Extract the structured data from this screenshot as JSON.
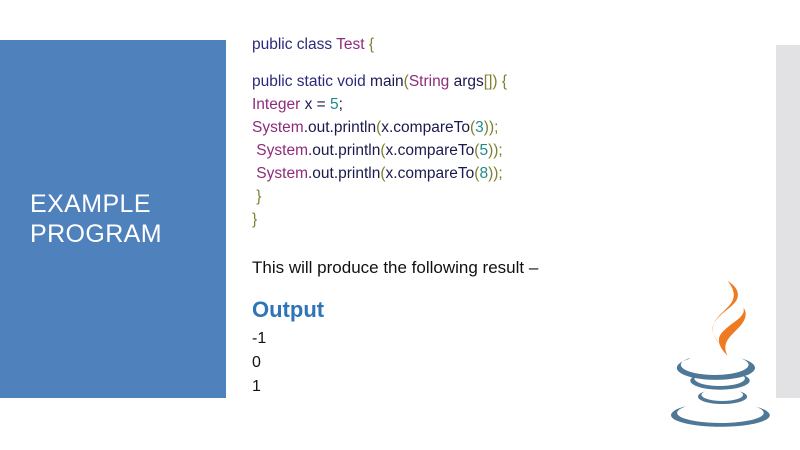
{
  "slide": {
    "title": "EXAMPLE\nPROGRAM",
    "accent_blue": "#4F81BD",
    "heading_blue": "#2E75B6",
    "right_strip_gray": "#E2E1E4"
  },
  "code": {
    "language": "java",
    "lines": [
      {
        "id": "line-class-decl",
        "tokens": [
          {
            "t": "public class ",
            "c": "kw"
          },
          {
            "t": "Test",
            "c": "type"
          },
          {
            "t": " ",
            "c": "plain"
          },
          {
            "t": "{",
            "c": "punct"
          }
        ]
      },
      {
        "id": "line-gap-1",
        "tokens": []
      },
      {
        "id": "line-main-decl",
        "tokens": [
          {
            "t": "public static void ",
            "c": "kw"
          },
          {
            "t": "main",
            "c": "ident"
          },
          {
            "t": "(",
            "c": "punct"
          },
          {
            "t": "String",
            "c": "type"
          },
          {
            "t": " ",
            "c": "plain"
          },
          {
            "t": "args",
            "c": "ident"
          },
          {
            "t": "[]) {",
            "c": "punct"
          }
        ]
      },
      {
        "id": "line-integer-decl",
        "tokens": [
          {
            "t": "Integer",
            "c": "type"
          },
          {
            "t": " x = ",
            "c": "ident"
          },
          {
            "t": "5",
            "c": "num"
          },
          {
            "t": ";",
            "c": "ident"
          }
        ]
      },
      {
        "id": "line-println-3",
        "tokens": [
          {
            "t": "System",
            "c": "type"
          },
          {
            "t": ".out.println",
            "c": "ident"
          },
          {
            "t": "(",
            "c": "punct"
          },
          {
            "t": "x.compareTo",
            "c": "ident"
          },
          {
            "t": "(",
            "c": "punct"
          },
          {
            "t": "3",
            "c": "num"
          },
          {
            "t": "));",
            "c": "punct"
          }
        ]
      },
      {
        "id": "line-println-5",
        "tokens": [
          {
            "t": " System",
            "c": "type"
          },
          {
            "t": ".out.println",
            "c": "ident"
          },
          {
            "t": "(",
            "c": "punct"
          },
          {
            "t": "x.compareTo",
            "c": "ident"
          },
          {
            "t": "(",
            "c": "punct"
          },
          {
            "t": "5",
            "c": "num"
          },
          {
            "t": "));",
            "c": "punct"
          }
        ]
      },
      {
        "id": "line-println-8",
        "tokens": [
          {
            "t": " System",
            "c": "type"
          },
          {
            "t": ".out.println",
            "c": "ident"
          },
          {
            "t": "(",
            "c": "punct"
          },
          {
            "t": "x.compareTo",
            "c": "ident"
          },
          {
            "t": "(",
            "c": "punct"
          },
          {
            "t": "8",
            "c": "num"
          },
          {
            "t": "));",
            "c": "punct"
          }
        ]
      },
      {
        "id": "line-close-method",
        "tokens": [
          {
            "t": " }",
            "c": "punct"
          }
        ]
      },
      {
        "id": "line-close-class",
        "tokens": [
          {
            "t": "}",
            "c": "punct"
          }
        ]
      }
    ]
  },
  "prose": {
    "result_line": "This will produce the following result –"
  },
  "output": {
    "heading": "Output",
    "values": "-1\n0\n1"
  },
  "logo": {
    "name": "java-logo",
    "steam_color": "#EE7A22",
    "cup_color": "#4E7896"
  }
}
